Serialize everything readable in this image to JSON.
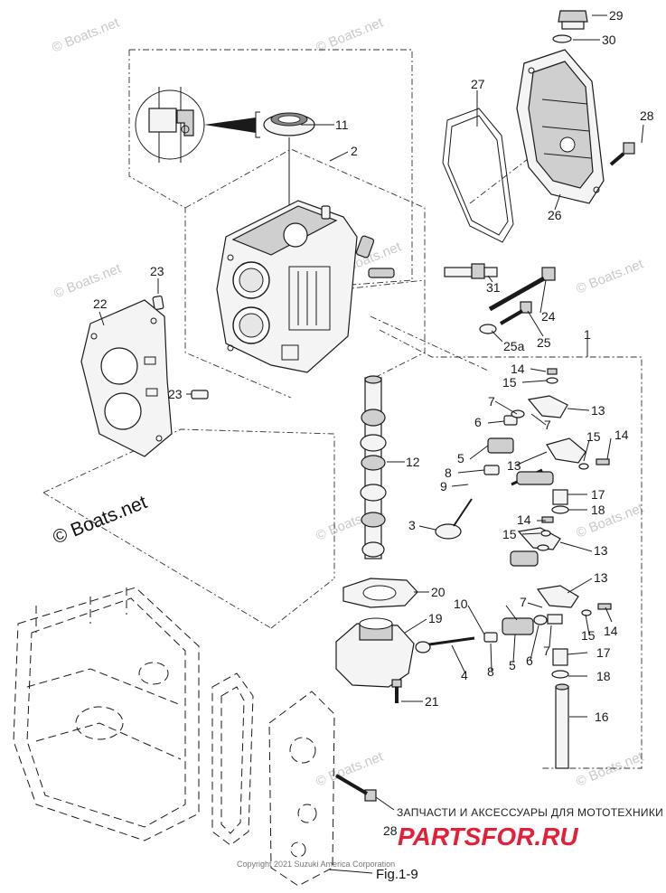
{
  "labels": {
    "p1": "1",
    "p2": "2",
    "p3": "3",
    "p4": "4",
    "p5a": "5",
    "p5b": "5",
    "p6a": "6",
    "p6b": "6",
    "p7a": "7",
    "p7b": "7",
    "p7c": "7",
    "p7d": "7",
    "p8a": "8",
    "p8b": "8",
    "p9": "9",
    "p10": "10",
    "p11": "11",
    "p12": "12",
    "p13a": "13",
    "p13b": "13",
    "p13c": "13",
    "p13d": "13",
    "p14a": "14",
    "p14b": "14",
    "p14c": "14",
    "p14d": "14",
    "p15a": "15",
    "p15b": "15",
    "p15c": "15",
    "p15d": "15",
    "p16": "16",
    "p17a": "17",
    "p17b": "17",
    "p18a": "18",
    "p18b": "18",
    "p19": "19",
    "p20": "20",
    "p21": "21",
    "p22": "22",
    "p23a": "23",
    "p23b": "23",
    "p24": "24",
    "p25": "25",
    "p25a": "25a",
    "p26": "26",
    "p27": "27",
    "p28a": "28",
    "p28b": "28",
    "p29": "29",
    "p30": "30",
    "p31": "31"
  },
  "watermarks": {
    "small": "© Boats.net",
    "big": "© Boats.net"
  },
  "footer": {
    "russian_caption": "ЗАПЧАСТИ И АКСЕССУАРЫ ДЛЯ МОТОТЕХНИКИ",
    "brand": "PARTSFOR.RU",
    "copyright": "Copyright 2021 Suzuki America Corporation",
    "figure": "Fig.1-9"
  }
}
